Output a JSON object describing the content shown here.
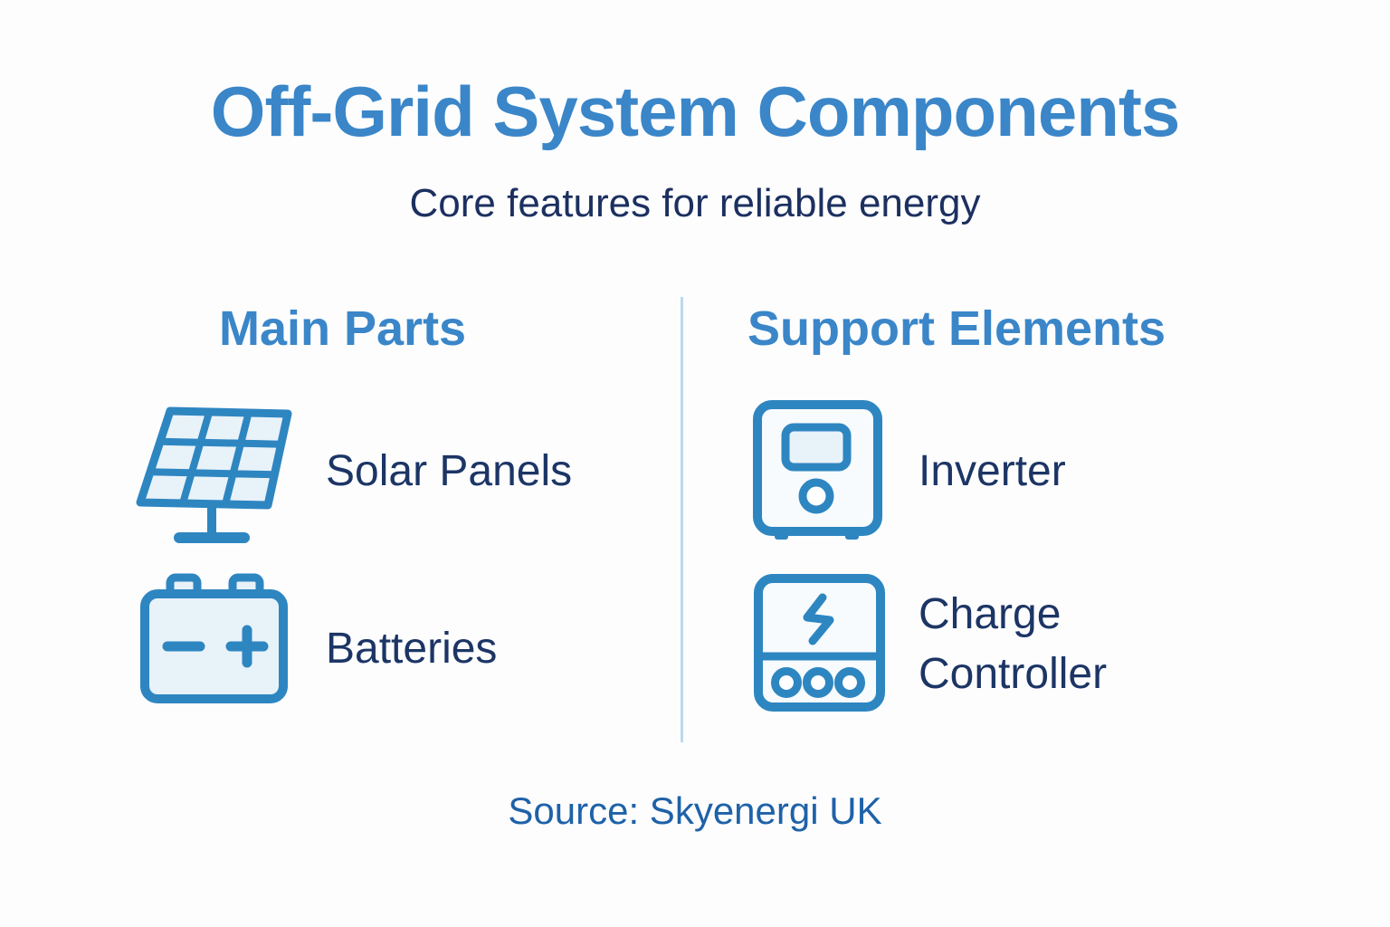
{
  "header": {
    "title": "Off-Grid System Components",
    "subtitle": "Core features for reliable energy"
  },
  "columns": [
    {
      "heading": "Main Parts",
      "items": [
        {
          "icon": "solar-panel-icon",
          "label": "Solar Panels"
        },
        {
          "icon": "battery-icon",
          "label": "Batteries"
        }
      ]
    },
    {
      "heading": "Support Elements",
      "items": [
        {
          "icon": "inverter-icon",
          "label": "Inverter"
        },
        {
          "icon": "charge-controller-icon",
          "label": "Charge Controller"
        }
      ]
    }
  ],
  "footer": {
    "source": "Source: Skyenergi UK"
  },
  "colors": {
    "accent-blue": "#3a86c8",
    "icon-stroke": "#2e86c1",
    "icon-fill": "#e8f2f9",
    "label-navy": "#1c3565",
    "subtitle-navy": "#1c3060",
    "source-blue": "#1e62a8",
    "divider-blue": "#bcd9ee",
    "background": "#fdfdfe"
  }
}
